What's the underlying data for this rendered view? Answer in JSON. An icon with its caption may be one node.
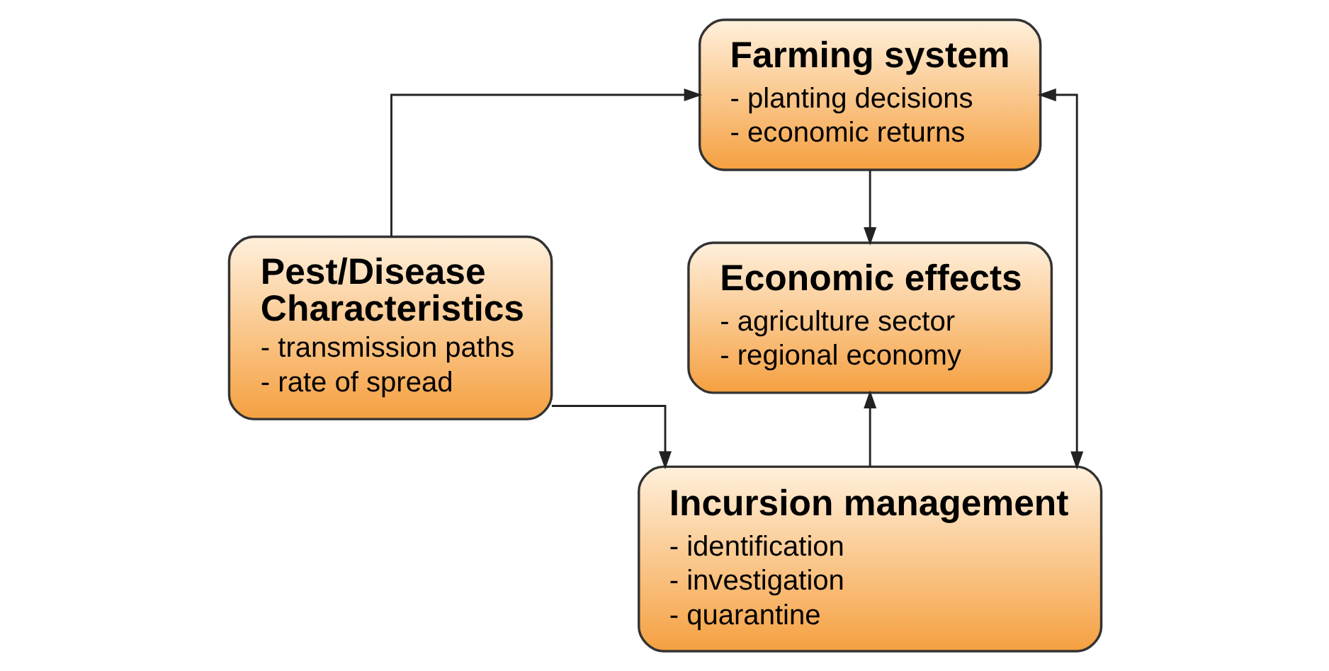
{
  "diagram": {
    "nodes": [
      {
        "text": [
          "Pest/Disease Characteristics",
          "- transmission paths",
          "- rate of spread"
        ]
      },
      {
        "text": [
          "Farming system",
          "- planting decisions",
          "- economic returns"
        ]
      },
      {
        "text": [
          "Incursion management",
          "- identification",
          "- investigation",
          "- quarantine"
        ]
      },
      {
        "text": [
          "Economic effects",
          "- agriculture sector",
          "- regional economy"
        ]
      }
    ],
    "edges": [
      {
        "from": 0,
        "to": 1,
        "arrow": "to"
      },
      {
        "from": 0,
        "to": 2,
        "arrow": "to"
      },
      {
        "from": 1,
        "to": 2,
        "arrow": "both"
      },
      {
        "from": 1,
        "to": 3,
        "arrow": "to"
      },
      {
        "from": 2,
        "to": 3,
        "arrow": "to"
      }
    ]
  }
}
